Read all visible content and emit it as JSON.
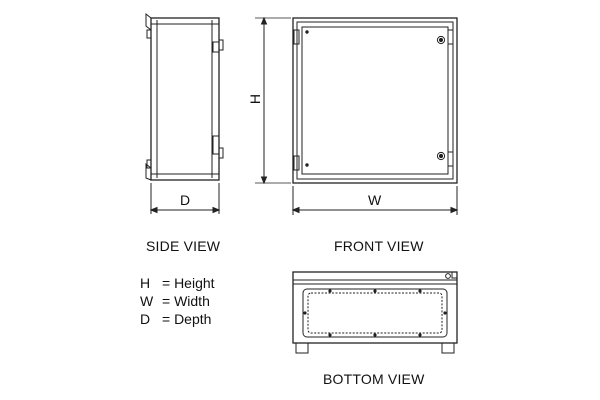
{
  "dimension_labels": {
    "h": "H",
    "w": "W",
    "d": "D"
  },
  "view_labels": {
    "side": "SIDE VIEW",
    "front": "FRONT VIEW",
    "bottom": "BOTTOM VIEW"
  },
  "legend": [
    {
      "key": "H",
      "value": "= Height"
    },
    {
      "key": "W",
      "value": "= Width"
    },
    {
      "key": "D",
      "value": "= Depth"
    }
  ],
  "colors": {
    "line": "#222222",
    "background": "#ffffff"
  }
}
